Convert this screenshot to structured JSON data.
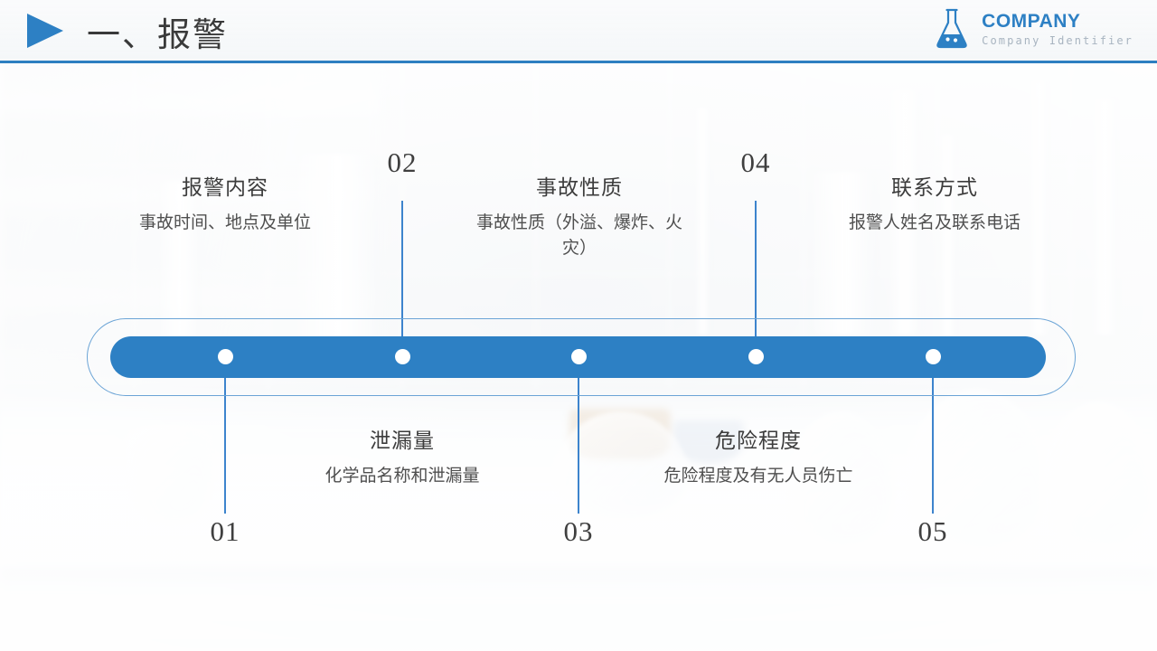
{
  "header": {
    "title": "一、报警",
    "play_icon": "play-triangle-icon",
    "logo": {
      "icon": "flask-icon",
      "name": "COMPANY",
      "subtitle": "Company Identifier"
    }
  },
  "theme": {
    "accent_blue": "#2d80c4",
    "outline_blue": "#6ba4d6",
    "connector_blue": "#3d84cd",
    "text_dark": "#3c3c3c"
  },
  "timeline": {
    "steps": [
      {
        "number": "01",
        "title": "报警内容",
        "description": "事故时间、地点及单位",
        "position": "above"
      },
      {
        "number": "02",
        "title": "泄漏量",
        "description": "化学品名称和泄漏量",
        "position": "below"
      },
      {
        "number": "03",
        "title": "事故性质",
        "description": "事故性质（外溢、爆炸、火灾）",
        "position": "above"
      },
      {
        "number": "04",
        "title": "危险程度",
        "description": "危险程度及有无人员伤亡",
        "position": "below"
      },
      {
        "number": "05",
        "title": "联系方式",
        "description": "报警人姓名及联系电话",
        "position": "above"
      }
    ]
  }
}
